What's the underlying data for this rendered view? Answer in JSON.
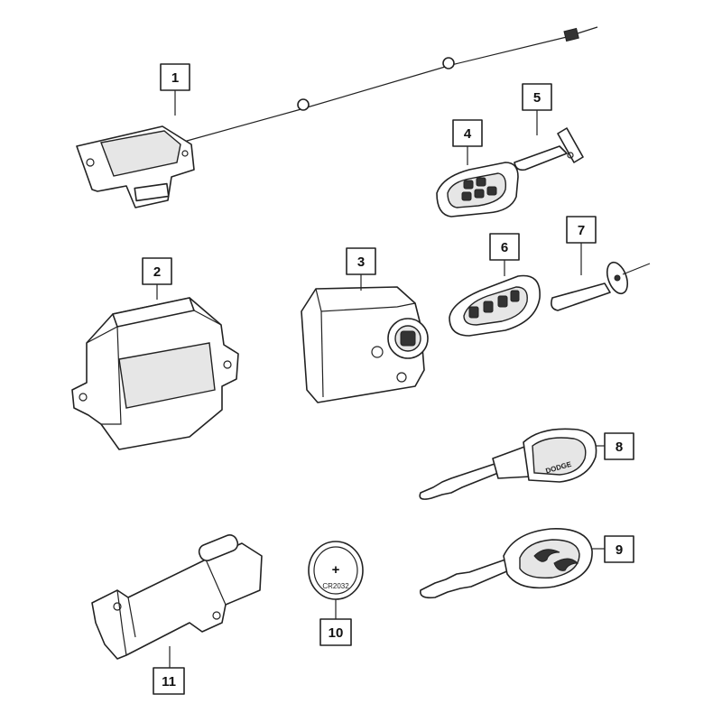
{
  "callouts": [
    "1",
    "2",
    "3",
    "4",
    "5",
    "6",
    "7",
    "8",
    "9",
    "10",
    "11"
  ],
  "battery_label": "CR2032",
  "battery_symbol": "+",
  "key_lettering": "DODGE"
}
